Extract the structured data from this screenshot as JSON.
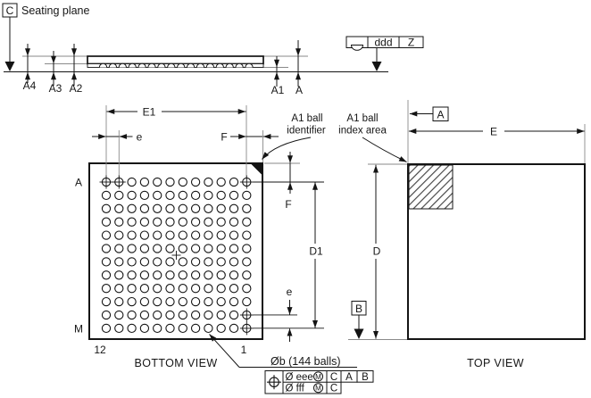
{
  "side_view": {
    "datum_c_label": "C",
    "seating_plane_caption": "Seating plane",
    "dims": {
      "a4": "A4",
      "a3": "A3",
      "a2": "A2",
      "a1": "A1",
      "a": "A"
    },
    "coplanarity_frame": {
      "tolerance": "ddd",
      "datum": "Z"
    }
  },
  "bottom_view": {
    "title": "BOTTOM VIEW",
    "grid": {
      "rows": 12,
      "cols": 12,
      "first_row_label": "A",
      "last_row_label": "M",
      "left_col_label": "12",
      "right_col_label": "1"
    },
    "dims": {
      "e1": "E1",
      "pitch_h": "e",
      "f_h": "F",
      "f_v": "F",
      "d1": "D1",
      "pitch_v": "e"
    },
    "a1_identifier_note": {
      "line1": "A1 ball",
      "line2": "identifier"
    }
  },
  "top_view": {
    "title": "TOP VIEW",
    "datum_a_label": "A",
    "datum_b_label": "B",
    "dims": {
      "e": "E",
      "d": "D"
    },
    "index_area_note": {
      "line1": "A1 ball",
      "line2": "index area"
    }
  },
  "ball_spec": {
    "label": "Øb (144 balls)",
    "frame": {
      "row1": {
        "tolerance": "Ø eee",
        "modifier": "M",
        "datum1": "C",
        "datum2": "A",
        "datum3": "B"
      },
      "row2": {
        "tolerance": "Ø fff",
        "modifier": "M",
        "datum1": "C"
      }
    }
  }
}
